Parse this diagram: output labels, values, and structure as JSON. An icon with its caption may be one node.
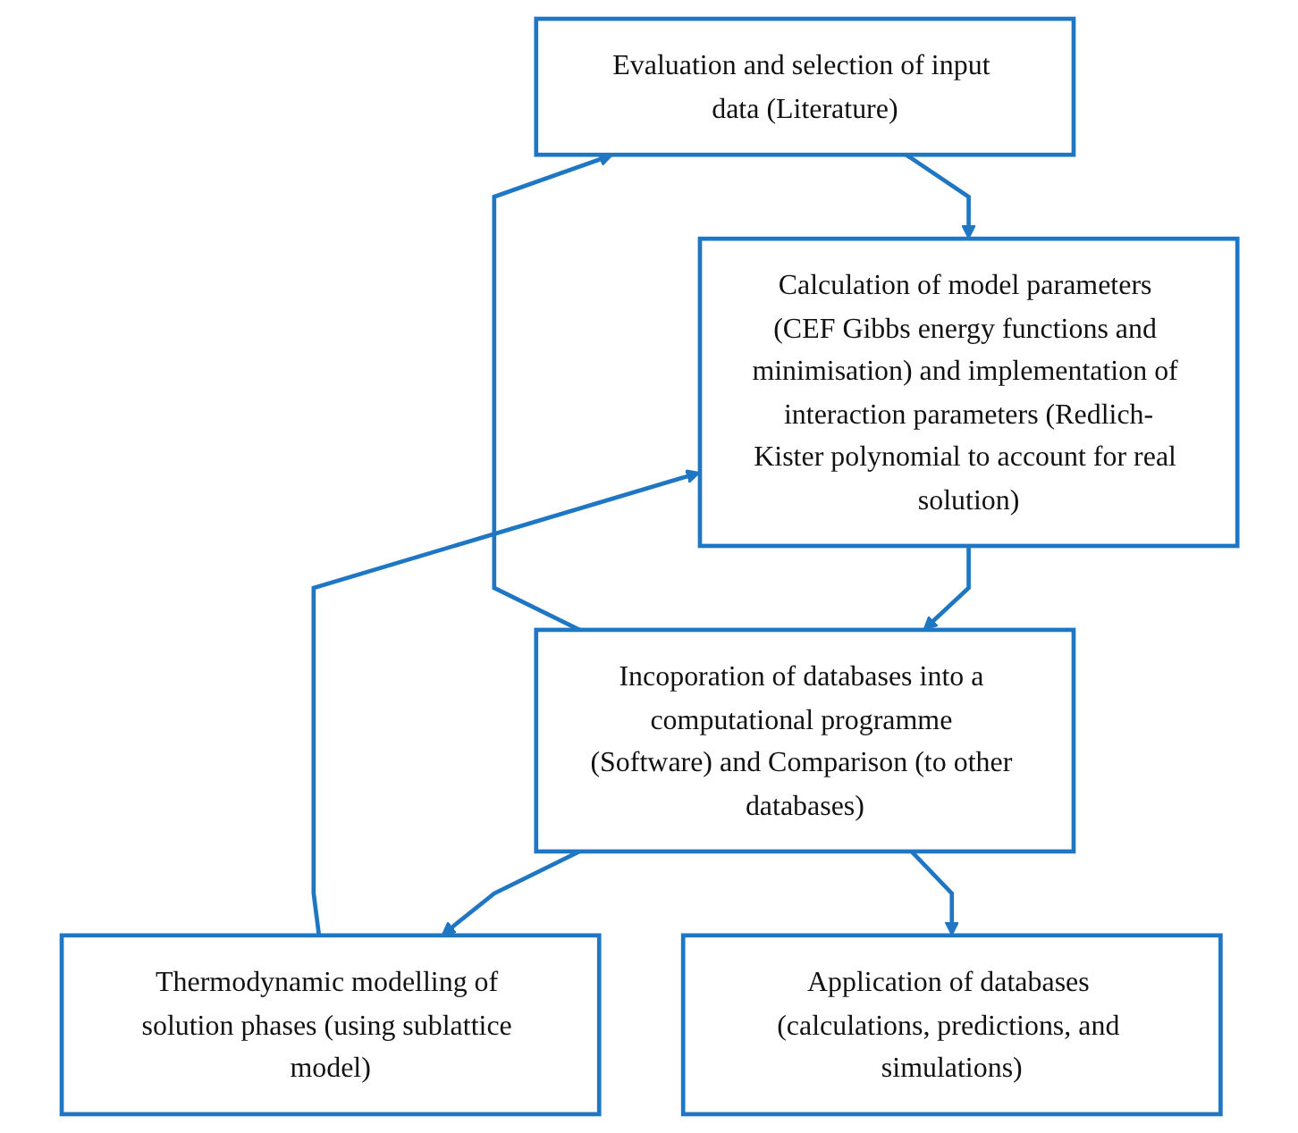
{
  "diagram": {
    "nodes": [
      {
        "text": [
          "Evaluation and selection of input data (Literature)"
        ]
      },
      {
        "text": [
          "Thermodynamic modelling of solution phases (using sublattice model)"
        ]
      },
      {
        "text": [
          "Calculation of model parameters (CEF Gibbs energy functions and minimisation) and implementation of interaction parameters (Redlich-Kister polynomial to account for real solution)"
        ]
      },
      {
        "text": [
          "Incoporation of databases into a computational programme (Software) and Comparison (to other databases)"
        ]
      },
      {
        "text": [
          "Application of databases (calculations, predictions, and simulations)"
        ]
      }
    ],
    "edges": [
      {
        "from": 0,
        "to": 2,
        "arrow": "to"
      },
      {
        "from": 1,
        "to": 2,
        "arrow": "to"
      },
      {
        "from": 2,
        "to": 3,
        "arrow": "to"
      },
      {
        "from": 3,
        "to": 0,
        "arrow": "to"
      },
      {
        "from": 3,
        "to": 1,
        "arrow": "to"
      },
      {
        "from": 3,
        "to": 4,
        "arrow": "to"
      }
    ]
  }
}
